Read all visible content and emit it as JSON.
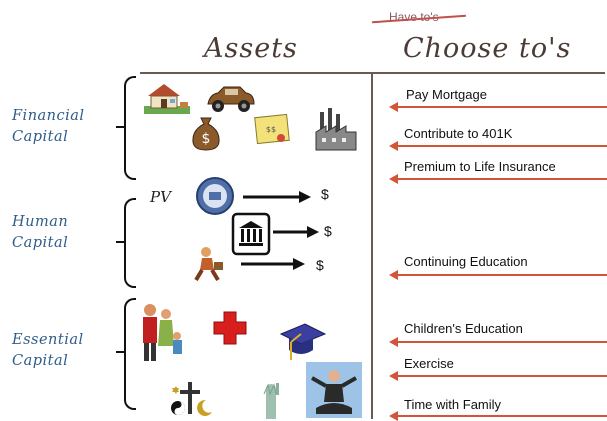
{
  "headings": {
    "strikethrough": "Have to's",
    "assets": "Assets",
    "choose": "Choose to's"
  },
  "capitals": [
    {
      "line1": "Financial",
      "line2": "Capital"
    },
    {
      "line1": "Human",
      "line2": "Capital"
    },
    {
      "line1": "Essential",
      "line2": "Capital"
    }
  ],
  "human_capital": {
    "pv_label": "PV",
    "dollar": "$"
  },
  "choices": [
    "Pay Mortgage",
    "Contribute to 401K",
    "Premium to Life Insurance",
    "Continuing Education",
    "Children's Education",
    "Exercise",
    "Time with Family"
  ],
  "icons": {
    "financial": [
      "house-icon",
      "car-icon",
      "money-bag-icon",
      "bond-certificate-icon",
      "factory-icon"
    ],
    "human": [
      "seal-icon",
      "bank-building-icon",
      "walking-man-icon"
    ],
    "essential": [
      "family-icon",
      "red-cross-icon",
      "graduation-cap-icon",
      "religious-symbols-icon",
      "statue-of-liberty-icon",
      "meditation-icon"
    ]
  },
  "colors": {
    "arrow": "#d2553a",
    "capital_text": "#2f5d8a",
    "heading_text": "#4b3b36",
    "rule": "#6b5a54"
  }
}
